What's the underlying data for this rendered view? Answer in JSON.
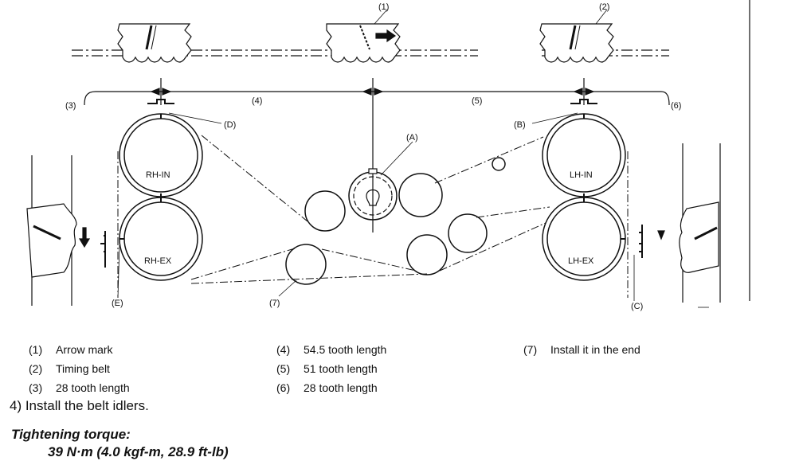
{
  "diagram": {
    "callouts": {
      "c1": "(1)",
      "c2": "(2)",
      "c3": "(3)",
      "c4": "(4)",
      "c5": "(5)",
      "c6": "(6)",
      "c7": "(7)",
      "a": "(A)",
      "b": "(B)",
      "c": "(C)",
      "d": "(D)",
      "e": "(E)"
    },
    "pulleys": {
      "rh_in": "RH-IN",
      "rh_ex": "RH-EX",
      "lh_in": "LH-IN",
      "lh_ex": "LH-EX"
    }
  },
  "legend": {
    "col1": [
      {
        "num": "(1)",
        "text": "Arrow mark"
      },
      {
        "num": "(2)",
        "text": "Timing belt"
      },
      {
        "num": "(3)",
        "text": "28 tooth length"
      }
    ],
    "col2": [
      {
        "num": "(4)",
        "text": "54.5 tooth length"
      },
      {
        "num": "(5)",
        "text": "51 tooth length"
      },
      {
        "num": "(6)",
        "text": "28 tooth length"
      }
    ],
    "col3": [
      {
        "num": "(7)",
        "text": "Install it in the end"
      }
    ]
  },
  "step": "4) Install the belt idlers.",
  "torque": {
    "title": "Tightening torque:",
    "value": "39 N·m (4.0 kgf-m, 28.9 ft-lb)"
  }
}
